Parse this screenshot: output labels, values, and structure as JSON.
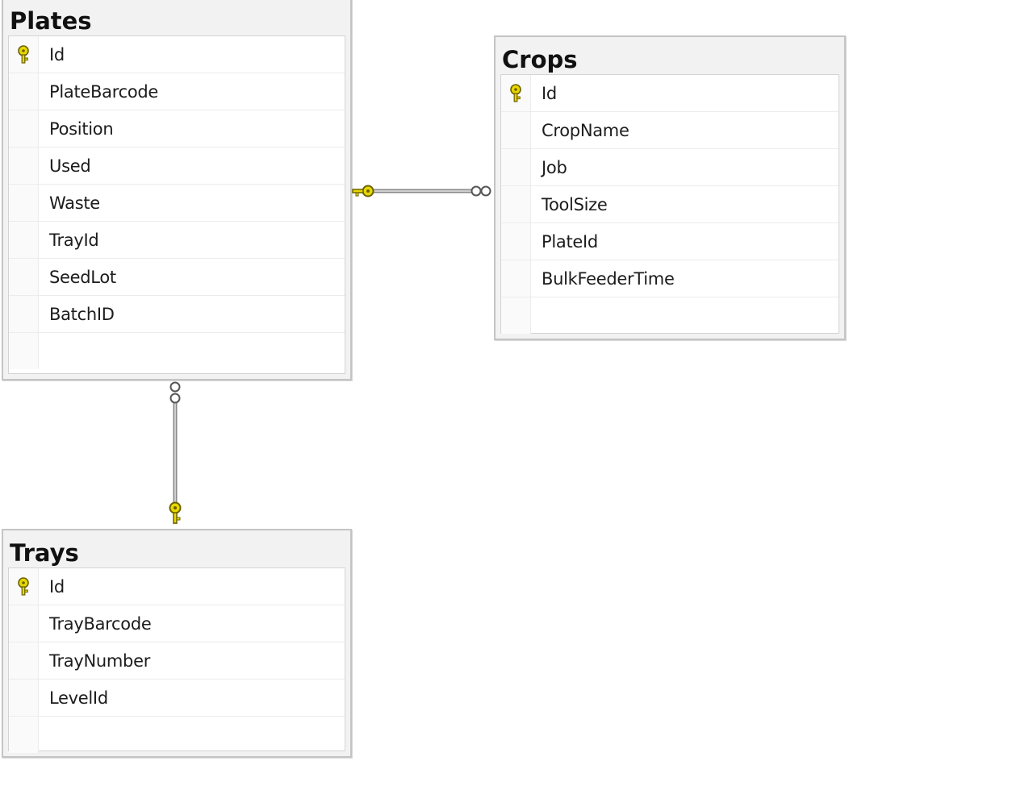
{
  "tables": {
    "plates": {
      "title": "Plates",
      "columns": [
        {
          "name": "Id",
          "primary_key": true
        },
        {
          "name": "PlateBarcode",
          "primary_key": false
        },
        {
          "name": "Position",
          "primary_key": false
        },
        {
          "name": "Used",
          "primary_key": false
        },
        {
          "name": "Waste",
          "primary_key": false
        },
        {
          "name": "TrayId",
          "primary_key": false
        },
        {
          "name": "SeedLot",
          "primary_key": false
        },
        {
          "name": "BatchID",
          "primary_key": false
        }
      ]
    },
    "crops": {
      "title": "Crops",
      "columns": [
        {
          "name": "Id",
          "primary_key": true
        },
        {
          "name": "CropName",
          "primary_key": false
        },
        {
          "name": "Job",
          "primary_key": false
        },
        {
          "name": "ToolSize",
          "primary_key": false
        },
        {
          "name": "PlateId",
          "primary_key": false
        },
        {
          "name": "BulkFeederTime",
          "primary_key": false
        }
      ]
    },
    "trays": {
      "title": "Trays",
      "columns": [
        {
          "name": "Id",
          "primary_key": true
        },
        {
          "name": "TrayBarcode",
          "primary_key": false
        },
        {
          "name": "TrayNumber",
          "primary_key": false
        },
        {
          "name": "LevelId",
          "primary_key": false
        }
      ]
    }
  },
  "relationships": [
    {
      "from": "plates",
      "to": "crops",
      "one_end": "plates",
      "many_end": "crops"
    },
    {
      "from": "trays",
      "to": "plates",
      "one_end": "trays",
      "many_end": "plates"
    }
  ],
  "colors": {
    "key": "#e8d800",
    "key_outline": "#6b6200",
    "line": "#8a8a8a",
    "table_bg": "#f2f2f2",
    "table_border": "#c4c4c4"
  }
}
